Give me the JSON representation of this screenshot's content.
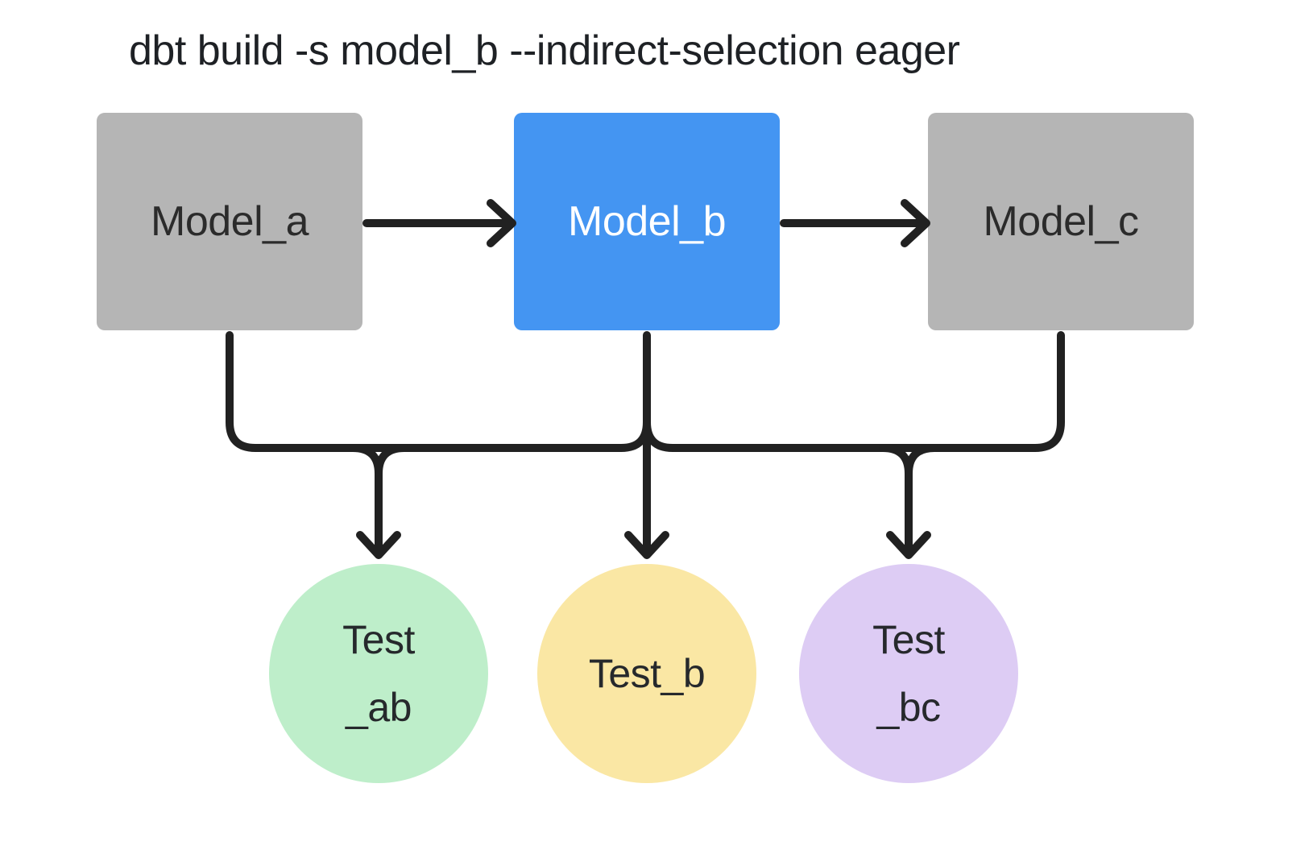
{
  "title": "dbt build -s model_b --indirect-selection eager",
  "colors": {
    "bg": "#ffffff",
    "title-text": "#1e2125",
    "line": "#212121",
    "model-gray": "#b5b5b5",
    "model-gray-text": "#2b2b2b",
    "model-blue": "#4495f2",
    "model-blue-text": "#ffffff",
    "test-green": "#beeeca",
    "test-yellow": "#fae7a4",
    "test-purple": "#ddccf4",
    "test-text": "#26292c"
  },
  "diagram": {
    "models": [
      {
        "id": "model_a",
        "label": "Model_a",
        "variant": "gray"
      },
      {
        "id": "model_b",
        "label": "Model_b",
        "variant": "blue",
        "selected": true
      },
      {
        "id": "model_c",
        "label": "Model_c",
        "variant": "gray"
      }
    ],
    "tests": [
      {
        "id": "test_ab",
        "line1": "Test",
        "line2": "_ab",
        "color": "green"
      },
      {
        "id": "test_b",
        "line1": "Test_b",
        "line2": "",
        "color": "yellow"
      },
      {
        "id": "test_bc",
        "line1": "Test",
        "line2": "_bc",
        "color": "purple"
      }
    ],
    "edges": [
      {
        "from": "model_a",
        "to": "model_b"
      },
      {
        "from": "model_b",
        "to": "model_c"
      },
      {
        "from": "model_a",
        "to": "test_ab"
      },
      {
        "from": "model_b",
        "to": "test_ab"
      },
      {
        "from": "model_b",
        "to": "test_b"
      },
      {
        "from": "model_b",
        "to": "test_bc"
      },
      {
        "from": "model_c",
        "to": "test_bc"
      }
    ]
  }
}
